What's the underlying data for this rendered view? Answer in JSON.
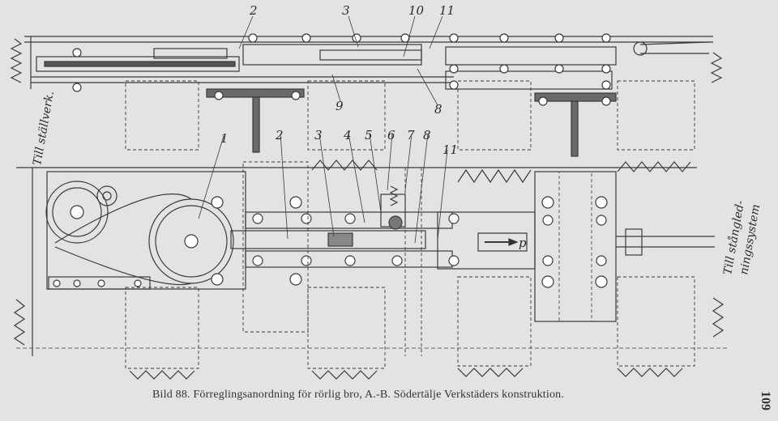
{
  "caption": "Bild 88.  Förreglingsanordning för rörlig bro, A.-B. Södertälje Verkstäders konstruktion.",
  "page_number": "109",
  "labels": {
    "top_2": "2",
    "top_3": "3",
    "top_10": "10",
    "top_11": "11",
    "top_9": "9",
    "top_8": "8",
    "plan_1": "1",
    "plan_2": "2",
    "plan_3": "3",
    "plan_4": "4",
    "plan_5": "5",
    "plan_6": "6",
    "plan_7": "7",
    "plan_8": "8",
    "plan_11": "11",
    "arrow_p": "p",
    "till_stallverk": "Till ställverk.",
    "till_stangled_1": "Till stångled-",
    "till_stangled_2": "ningssystem"
  }
}
